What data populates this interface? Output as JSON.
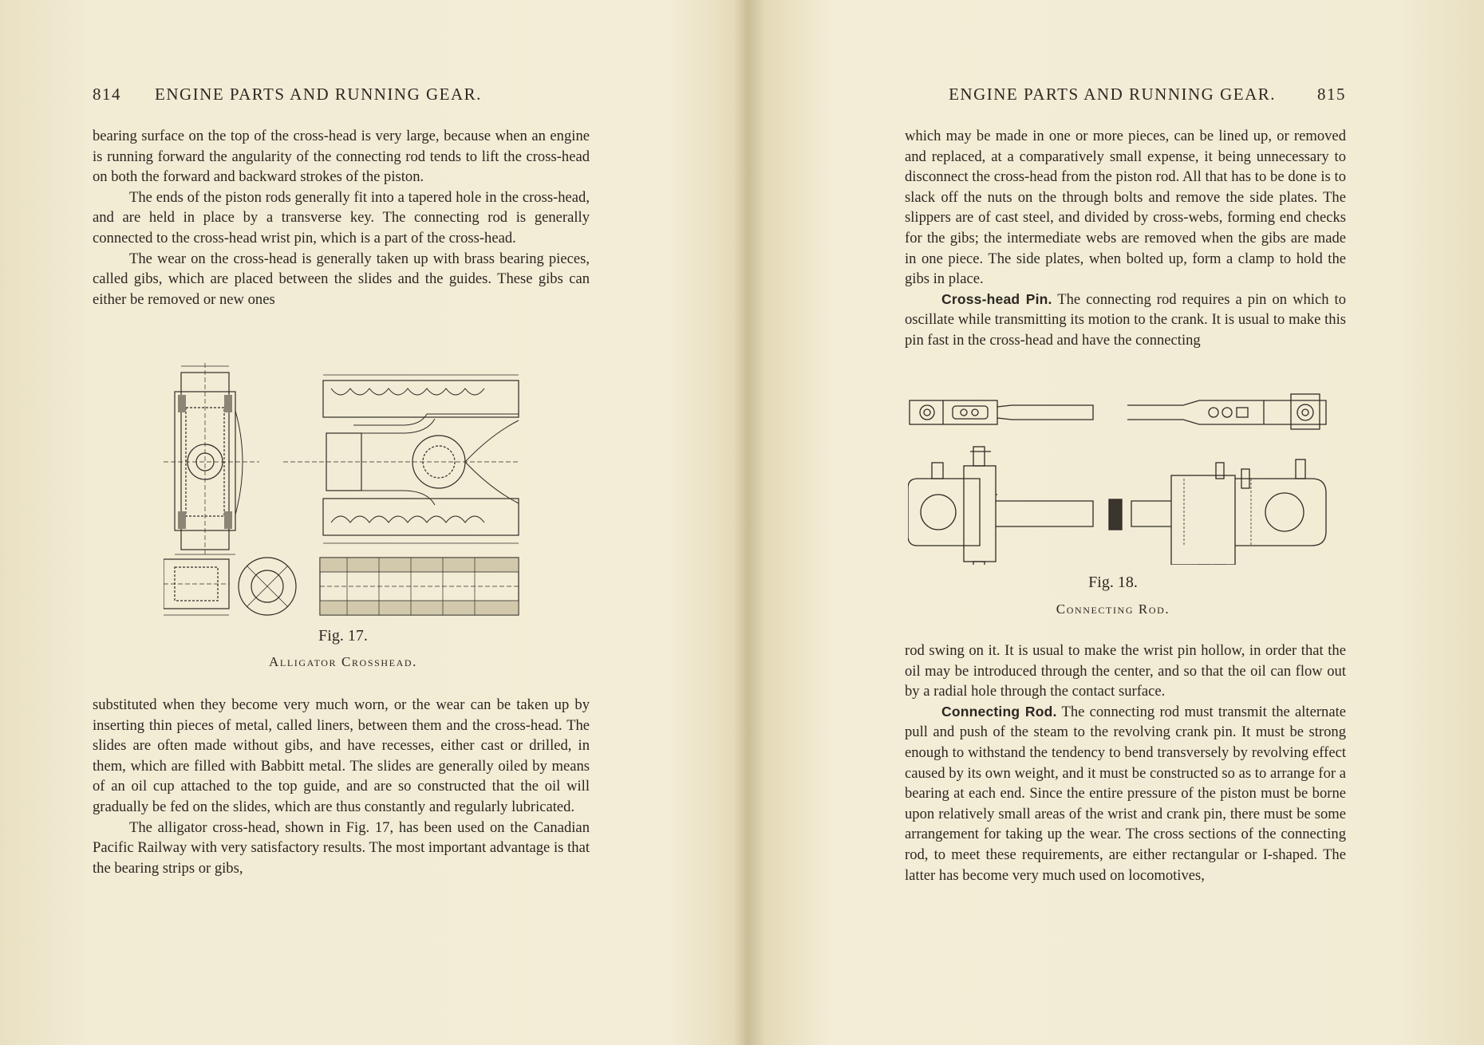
{
  "left_page": {
    "page_number": "814",
    "running_head": "ENGINE PARTS AND RUNNING GEAR.",
    "paragraphs_top": [
      "bearing surface on the top of the cross-head is very large, because when an engine is running forward the angularity of the connecting rod tends to lift the cross-head on both the forward and backward strokes of the piston.",
      "The ends of the piston rods generally fit into a tapered hole in the cross-head, and are held in place by a transverse key. The connecting rod is generally connected to the cross-head wrist pin, which is a part of the cross-head.",
      "The wear on the cross-head is generally taken up with brass bearing pieces, called gibs, which are placed between the slides and the guides. These gibs can either be removed or new ones"
    ],
    "figure": {
      "number": "Fig. 17.",
      "caption": "Alligator Crosshead."
    },
    "paragraphs_bottom": [
      "substituted when they become very much worn, or the wear can be taken up by inserting thin pieces of metal, called liners, between them and the cross-head. The slides are often made without gibs, and have recesses, either cast or drilled, in them, which are filled with Babbitt metal. The slides are generally oiled by means of an oil cup attached to the top guide, and are so constructed that the oil will gradually be fed on the slides, which are thus constantly and regularly lubricated.",
      "The alligator cross-head, shown in Fig. 17, has been used on the Canadian Pacific Railway with very satisfactory results. The most important advantage is that the bearing strips or gibs,"
    ]
  },
  "right_page": {
    "page_number": "815",
    "running_head": "ENGINE PARTS AND RUNNING GEAR.",
    "paragraph_top": "which may be made in one or more pieces, can be lined up, or removed and replaced, at a comparatively small expense, it being unnecessary to disconnect the cross-head from the piston rod. All that has to be done is to slack off the nuts on the through bolts and remove the side plates. The slippers are of cast steel, and divided by cross-webs, forming end checks for the gibs; the intermediate webs are removed when the gibs are made in one piece. The side plates, when bolted up, form a clamp to hold the gibs in place.",
    "crosshead_pin": {
      "heading": "Cross-head Pin.",
      "text": "The connecting rod requires a pin on which to oscillate while transmitting its motion to the crank. It is usual to make this pin fast in the cross-head and have the connecting"
    },
    "figure": {
      "number": "Fig. 18.",
      "caption": "Connecting Rod."
    },
    "paragraph_continued": "rod swing on it. It is usual to make the wrist pin hollow, in order that the oil may be introduced through the center, and so that the oil can flow out by a radial hole through the contact surface.",
    "connecting_rod": {
      "heading": "Connecting Rod.",
      "text": "The connecting rod must transmit the alternate pull and push of the steam to the revolving crank pin. It must be strong enough to withstand the tendency to bend transversely by revolving effect caused by its own weight, and it must be constructed so as to arrange for a bearing at each end. Since the entire pressure of the piston must be borne upon relatively small areas of the wrist and crank pin, there must be some arrangement for taking up the wear. The cross sections of the connecting rod, to meet these requirements, are either rectangular or I-shaped. The latter has become very much used on locomotives,"
    }
  }
}
